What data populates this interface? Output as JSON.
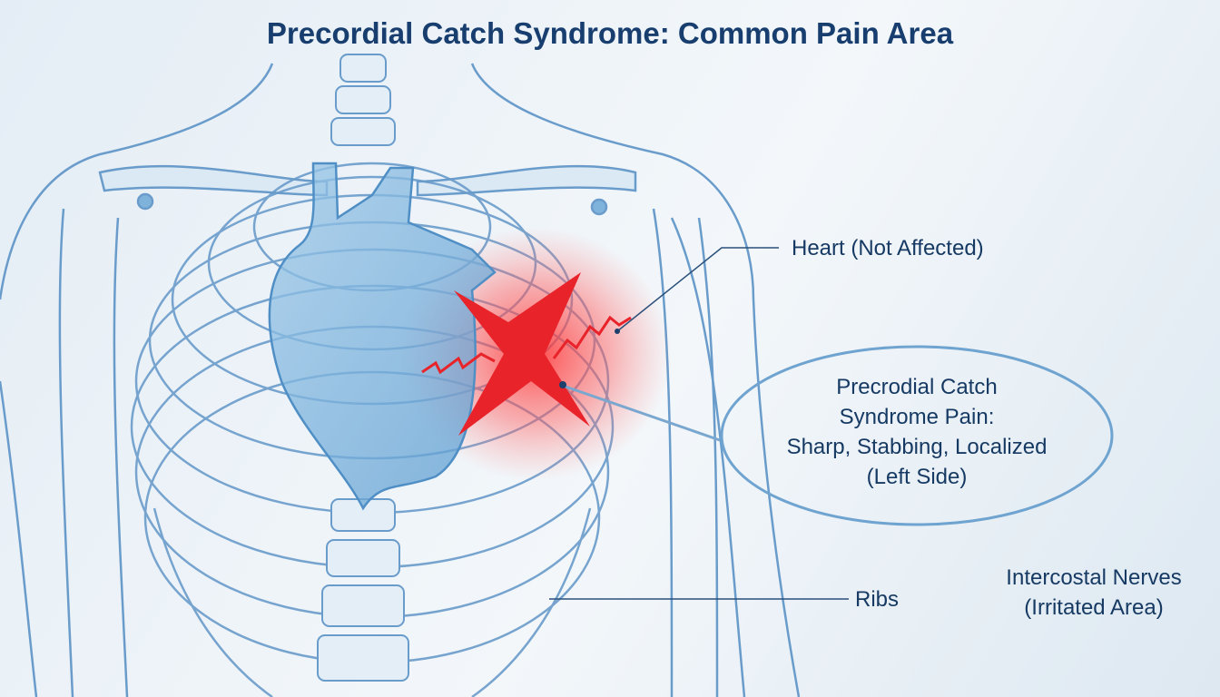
{
  "title": "Precordial Catch Syndrome: Common Pain Area",
  "labels": {
    "heart": "Heart (Not Affected)",
    "callout_line1": "Precrodial Catch",
    "callout_line2": "Syndrome Pain:",
    "callout_line3": "Sharp, Stabbing, Localized",
    "callout_line4": "(Left Side)",
    "ribs": "Ribs",
    "nerves_line1": "Intercostal Nerves",
    "nerves_line2": "(Irritated Area)"
  },
  "colors": {
    "outline": "#6a9ccb",
    "pain": "#e02020",
    "text": "#163a63"
  }
}
